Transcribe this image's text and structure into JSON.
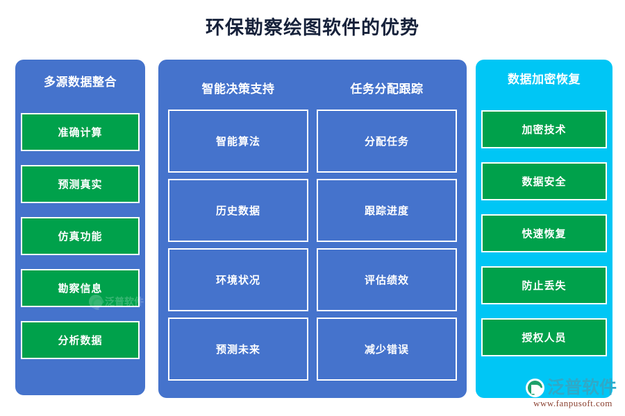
{
  "title": "环保勘察绘图软件的优势",
  "colors": {
    "blue_panel": "#4573cc",
    "cyan_panel": "#00c6f5",
    "green_item": "#00a14b",
    "title_text": "#16213a",
    "item_text": "#ffffff"
  },
  "columns": {
    "left": {
      "header": "多源数据整合",
      "items": [
        {
          "label": "准确计算"
        },
        {
          "label": "预测真实"
        },
        {
          "label": "仿真功能"
        },
        {
          "label": "勘察信息"
        },
        {
          "label": "分析数据"
        }
      ]
    },
    "middle": {
      "groups": [
        {
          "header": "智能决策支持",
          "items": [
            {
              "label": "智能算法"
            },
            {
              "label": "历史数据"
            },
            {
              "label": "环境状况"
            },
            {
              "label": "预测未来"
            }
          ]
        },
        {
          "header": "任务分配跟踪",
          "items": [
            {
              "label": "分配任务"
            },
            {
              "label": "跟踪进度"
            },
            {
              "label": "评估绩效"
            },
            {
              "label": "减少错误"
            }
          ]
        }
      ]
    },
    "right": {
      "header": "数据加密恢复",
      "items": [
        {
          "label": "加密技术"
        },
        {
          "label": "数据安全"
        },
        {
          "label": "快速恢复"
        },
        {
          "label": "防止丢失"
        },
        {
          "label": "授权人员"
        }
      ]
    }
  },
  "brand": {
    "name": "泛普软件",
    "url": "www.fanpusoft.com",
    "watermark_text": "泛普软件"
  }
}
